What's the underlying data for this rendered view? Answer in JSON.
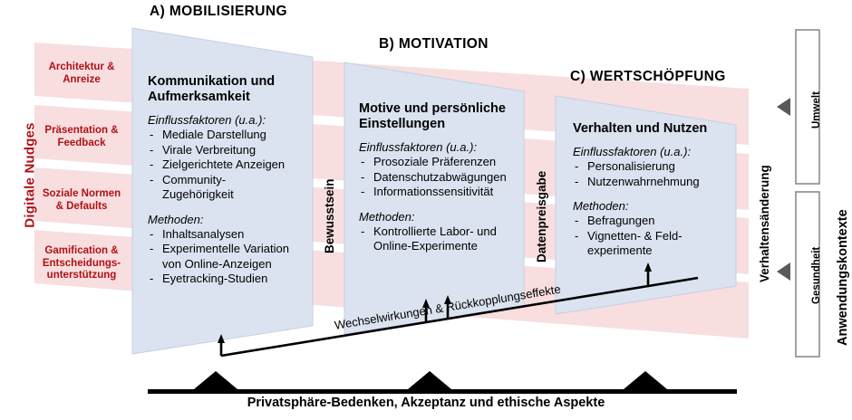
{
  "meta": {
    "colors": {
      "pink_fill": "#f8dedf",
      "pink_text": "#b01117",
      "blue_fill": "#dbe3f0",
      "blue_stroke": "#b9c6de",
      "ink": "#000000",
      "box_stroke": "#8c8c8c"
    }
  },
  "left_axis": {
    "label": "Digitale Nudges",
    "bands": [
      {
        "line1": "Architektur &",
        "line2": "Anreize"
      },
      {
        "line1": "Präsentation &",
        "line2": "Feedback"
      },
      {
        "line1": "Soziale Normen",
        "line2": "& Defaults"
      },
      {
        "line1": "Gamification &",
        "line2": "Entscheidungs-",
        "line3": "unterstützung"
      }
    ]
  },
  "stages": [
    {
      "title": "A) MOBILISIERUNG",
      "heading": "Kommunikation und\nAufmerksamkeit",
      "factors_label": "Einflussfaktoren (u.a.):",
      "factors": [
        "Mediale Darstellung",
        "Virale Verbreitung",
        "Zielgerichtete Anzeigen",
        "Community-\nZugehörigkeit"
      ],
      "methods_label": "Methoden:",
      "methods": [
        "Inhaltsanalysen",
        "Experimentelle Variation\nvon Online-Anzeigen",
        "Eyetracking-Studien"
      ]
    },
    {
      "title": "B) MOTIVATION",
      "heading": "Motive und persönliche\nEinstellungen",
      "factors_label": "Einflussfaktoren (u.a.):",
      "factors": [
        "Prosoziale Präferenzen",
        "Datenschutzabwägungen",
        "Informationssensitivität"
      ],
      "methods_label": "Methoden:",
      "methods": [
        "Kontrollierte Labor- und\nOnline-Experimente"
      ]
    },
    {
      "title": "C) WERTSCHÖPFUNG",
      "heading": "Verhalten und Nutzen",
      "factors_label": "Einflussfaktoren (u.a.):",
      "factors": [
        "Personalisierung",
        "Nutzenwahrnehmung"
      ],
      "methods_label": "Methoden:",
      "methods": [
        "Befragungen",
        "Vignetten- & Feld-\nexperimente"
      ]
    }
  ],
  "connectors": [
    {
      "label": "Bewusstsein"
    },
    {
      "label": "Datenpreisgabe"
    },
    {
      "label": "Verhaltensänderung"
    }
  ],
  "right_axis": {
    "label": "Anwendungskontexte",
    "boxes": [
      {
        "label": "Umwelt"
      },
      {
        "label": "Gesundheit"
      }
    ]
  },
  "feedback": {
    "label": "Wechselwirkungen & Rückkopplungseffekte"
  },
  "foundation": {
    "label": "Privatsphäre-Bedenken, Akzeptanz und ethische Aspekte"
  }
}
